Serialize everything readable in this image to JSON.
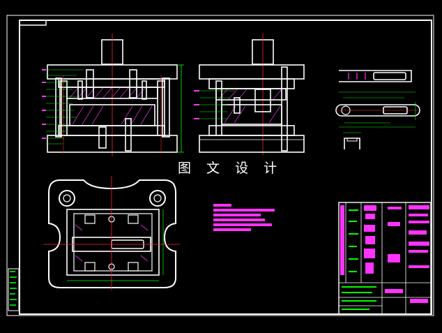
{
  "watermark": "图 文 设 计",
  "colors": {
    "background": "#000000",
    "outline": "#ffffff",
    "dimension": "#00ff00",
    "hatch": "#cc33cc",
    "centerline": "#ff2a2a",
    "annotation": "#ff33ff",
    "leader": "#3333ff",
    "frame": "#ffffff"
  },
  "views": [
    {
      "name": "front-section-view"
    },
    {
      "name": "side-section-view"
    },
    {
      "name": "part-detail-view"
    },
    {
      "name": "plan-view-lower-die"
    },
    {
      "name": "technical-requirements-notes"
    },
    {
      "name": "parts-list-title-block"
    }
  ]
}
